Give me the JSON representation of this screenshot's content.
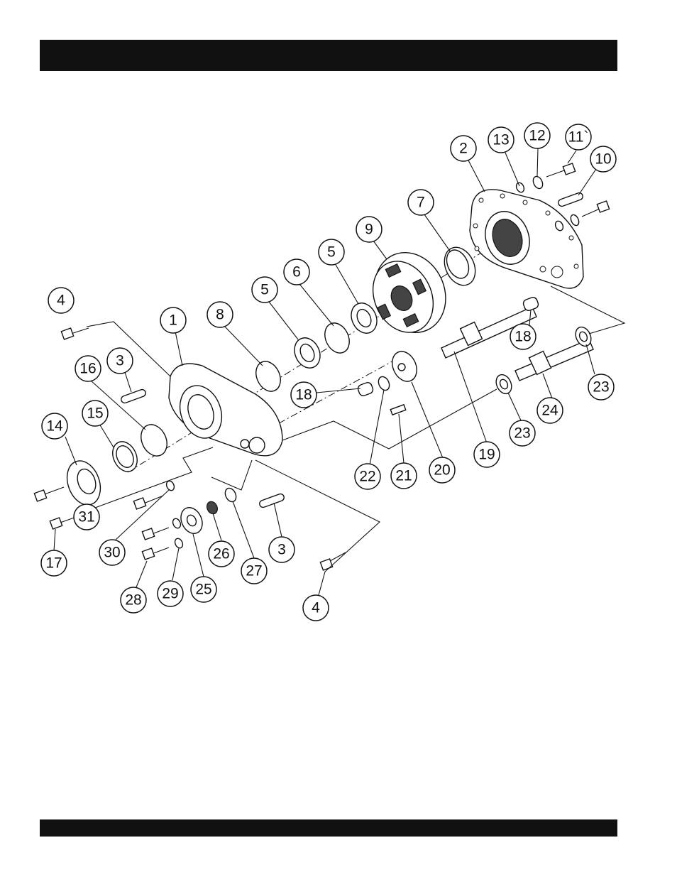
{
  "header_bar": {
    "color": "#111111"
  },
  "footer_bar": {
    "color": "#111111"
  },
  "diagram": {
    "type": "exploded-parts-view",
    "callouts": [
      {
        "id": "c2",
        "label": "2"
      },
      {
        "id": "c13",
        "label": "13"
      },
      {
        "id": "c12",
        "label": "12"
      },
      {
        "id": "c11",
        "label": "11`"
      },
      {
        "id": "c10",
        "label": "10"
      },
      {
        "id": "c7",
        "label": "7"
      },
      {
        "id": "c9",
        "label": "9"
      },
      {
        "id": "c5a",
        "label": "5"
      },
      {
        "id": "c6",
        "label": "6"
      },
      {
        "id": "c5b",
        "label": "5"
      },
      {
        "id": "c8",
        "label": "8"
      },
      {
        "id": "c4a",
        "label": "4"
      },
      {
        "id": "c1",
        "label": "1"
      },
      {
        "id": "c3a",
        "label": "3"
      },
      {
        "id": "c16",
        "label": "16"
      },
      {
        "id": "c18a",
        "label": "18"
      },
      {
        "id": "c18b",
        "label": "18"
      },
      {
        "id": "c14",
        "label": "14"
      },
      {
        "id": "c15",
        "label": "15"
      },
      {
        "id": "c23a",
        "label": "23"
      },
      {
        "id": "c24",
        "label": "24"
      },
      {
        "id": "c23b",
        "label": "23"
      },
      {
        "id": "c19",
        "label": "19"
      },
      {
        "id": "c20",
        "label": "20"
      },
      {
        "id": "c21",
        "label": "21"
      },
      {
        "id": "c22",
        "label": "22"
      },
      {
        "id": "c31",
        "label": "31"
      },
      {
        "id": "c30",
        "label": "30"
      },
      {
        "id": "c17",
        "label": "17"
      },
      {
        "id": "c26",
        "label": "26"
      },
      {
        "id": "c27",
        "label": "27"
      },
      {
        "id": "c3b",
        "label": "3"
      },
      {
        "id": "c28",
        "label": "28"
      },
      {
        "id": "c29",
        "label": "29"
      },
      {
        "id": "c25",
        "label": "25"
      },
      {
        "id": "c4b",
        "label": "4"
      }
    ]
  }
}
